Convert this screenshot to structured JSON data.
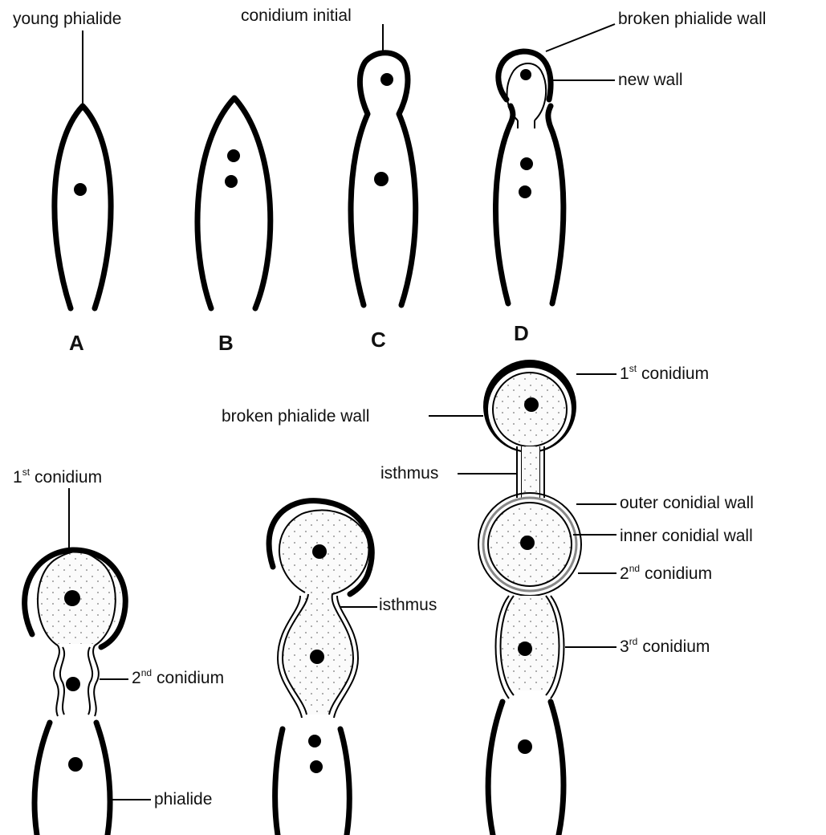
{
  "labels": {
    "young_phialide": "young phialide",
    "conidium_initial": "conidium initial",
    "broken_phialide_wall_top": "broken phialide wall",
    "new_wall": "new wall",
    "first_conidium_right": "conidium",
    "first_conidium_right_ord": "st",
    "first_conidium_right_num": "1",
    "broken_phialide_wall_mid": "broken phialide wall",
    "isthmus_right": "isthmus",
    "outer_conidial_wall": "outer conidial wall",
    "inner_conidial_wall": "inner conidial wall",
    "second_conidium_right_num": "2",
    "second_conidium_right_ord": "nd",
    "second_conidium_right": "conidium",
    "third_conidium_num": "3",
    "third_conidium_ord": "rd",
    "third_conidium": "conidium",
    "first_conidium_left_num": "1",
    "first_conidium_left_ord": "st",
    "first_conidium_left": "conidium",
    "second_conidium_left_num": "2",
    "second_conidium_left_ord": "nd",
    "second_conidium_left": "conidium",
    "phialide": "phialide",
    "isthmus_mid": "isthmus"
  },
  "stages": [
    "A",
    "B",
    "C",
    "D"
  ]
}
